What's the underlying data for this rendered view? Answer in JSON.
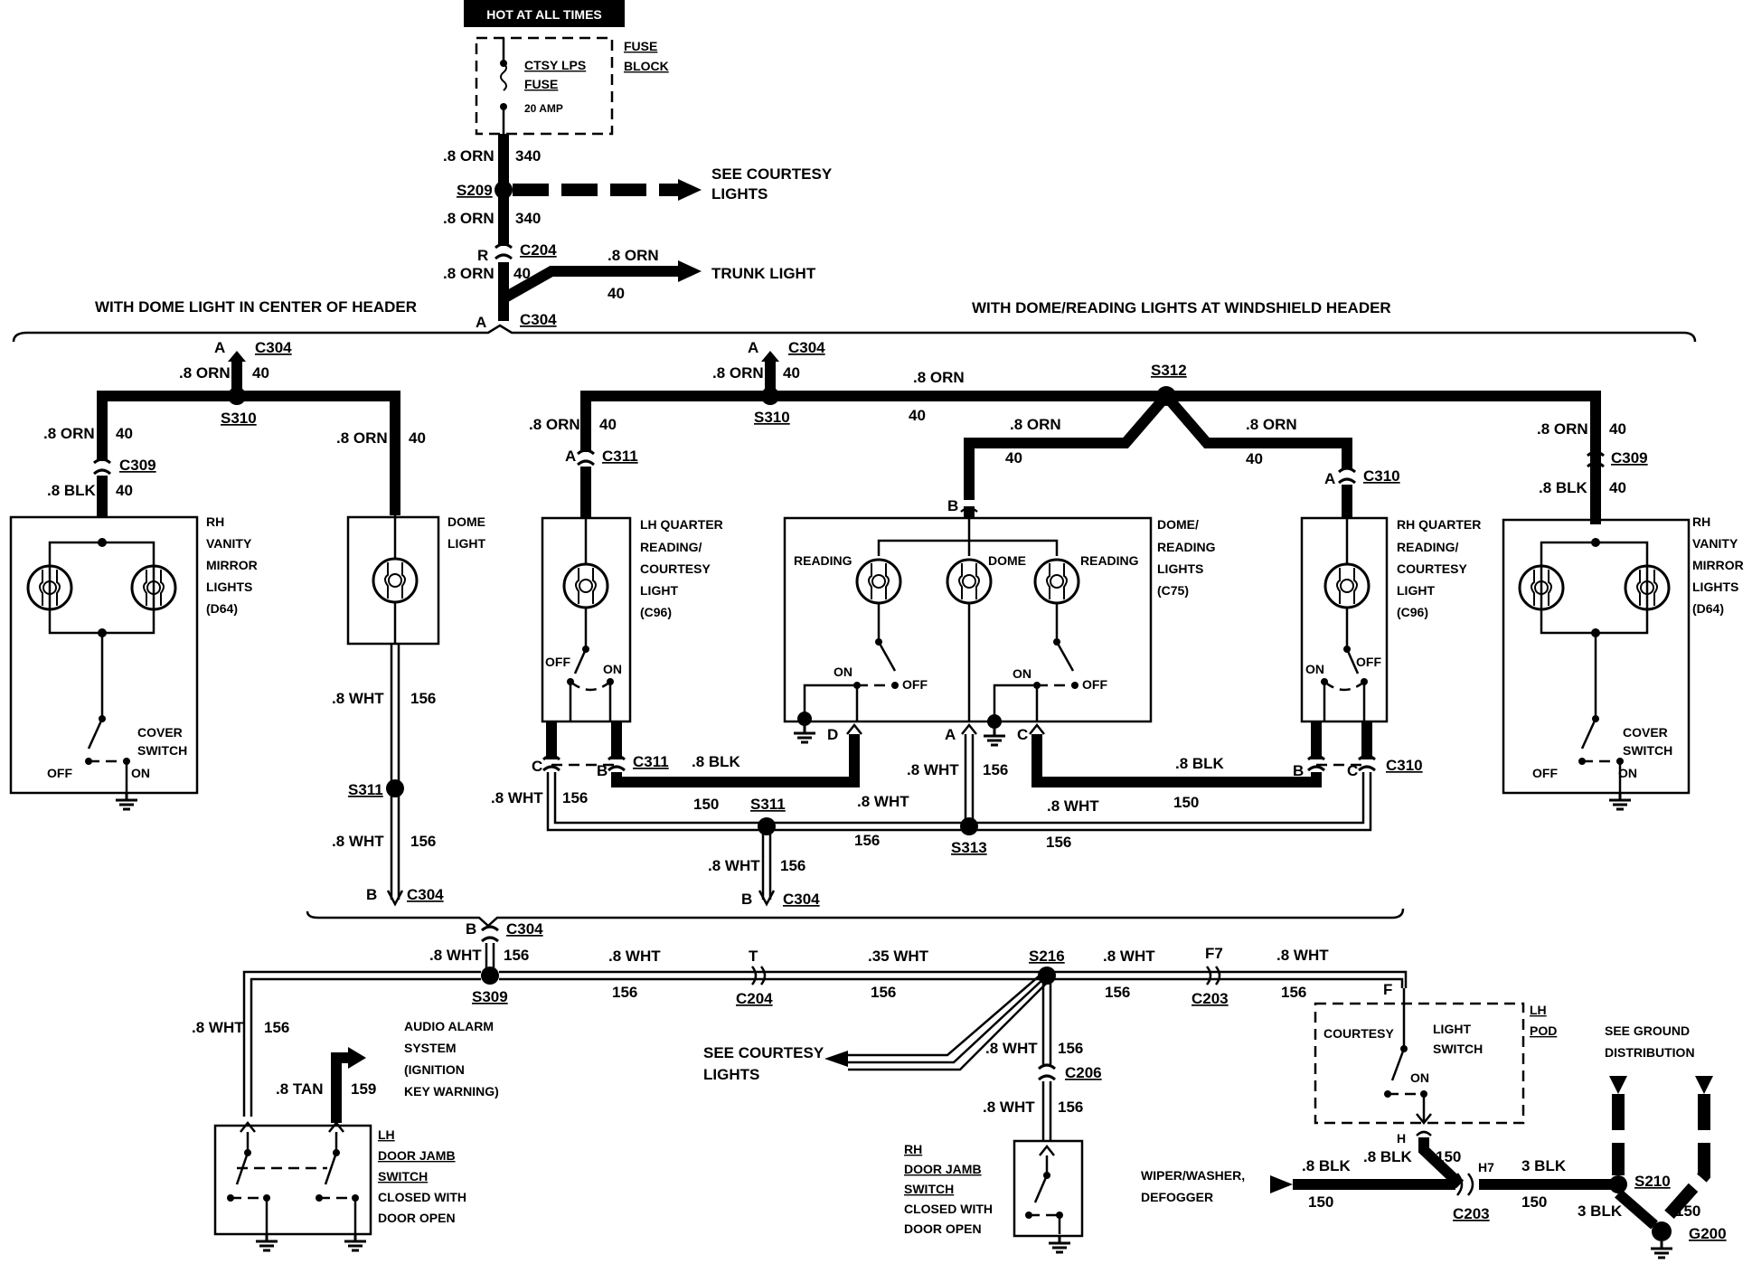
{
  "hot_label": "HOT AT ALL TIMES",
  "fuse": {
    "name1": "CTSY LPS",
    "name2": "FUSE",
    "amp": "20 AMP",
    "block1": "FUSE",
    "block2": "BLOCK"
  },
  "headers": {
    "left": "WITH DOME LIGHT IN CENTER OF HEADER",
    "right": "WITH DOME/READING LIGHTS AT WINDSHIELD HEADER"
  },
  "wires": {
    "orn": ".8 ORN",
    "blk": ".8 BLK",
    "wht": ".8 WHT",
    "wht35": ".35 WHT",
    "tan": ".8 TAN",
    "blk3": "3 BLK",
    "c340": "340",
    "c40": "40",
    "c156": "156",
    "c150": "150",
    "c159": "159"
  },
  "connectors": {
    "s209": "S209",
    "c204": "C204",
    "c304": "C304",
    "s310": "S310",
    "c309": "C309",
    "c311": "C311",
    "s312": "S312",
    "c310": "C310",
    "s311": "S311",
    "s313": "S313",
    "s309": "S309",
    "s216": "S216",
    "c203": "C203",
    "c206": "C206",
    "s210": "S210",
    "g200": "G200"
  },
  "pins": {
    "a": "A",
    "b": "B",
    "c": "C",
    "d": "D",
    "r": "R",
    "t": "T",
    "f": "F",
    "f7": "F7",
    "h": "H",
    "h7": "H7"
  },
  "arrows": {
    "see_courtesy_1": "SEE COURTESY",
    "see_courtesy_2": "LIGHTS",
    "trunk": "TRUNK LIGHT"
  },
  "components": {
    "rh_vanity": [
      "RH",
      "VANITY",
      "MIRROR",
      "LIGHTS",
      "(D64)"
    ],
    "dome_light": [
      "DOME",
      "LIGHT"
    ],
    "lh_quarter": [
      "LH QUARTER",
      "READING/",
      "COURTESY",
      "LIGHT",
      "(C96)"
    ],
    "dome_reading": [
      "DOME/",
      "READING",
      "LIGHTS",
      "(C75)"
    ],
    "rh_quarter": [
      "RH QUARTER",
      "READING/",
      "COURTESY",
      "LIGHT",
      "(C96)"
    ],
    "reading": "READING",
    "dome": "DOME",
    "cover_switch": [
      "COVER",
      "SWITCH"
    ],
    "on": "ON",
    "off": "OFF",
    "audio_alarm": [
      "AUDIO ALARM",
      "SYSTEM",
      "(IGNITION",
      "KEY WARNING)"
    ],
    "lh_door": [
      "LH",
      "DOOR JAMB",
      "SWITCH",
      "CLOSED WITH",
      "DOOR OPEN"
    ],
    "rh_door": [
      "RH",
      "DOOR JAMB",
      "SWITCH",
      "CLOSED WITH",
      "DOOR OPEN"
    ],
    "see_courtesy": [
      "SEE COURTESY",
      "LIGHTS"
    ],
    "courtesy": "COURTESY",
    "light_switch": [
      "LIGHT",
      "SWITCH"
    ],
    "lh_pod": [
      "LH",
      "POD"
    ],
    "wiper": [
      "WIPER/WASHER,",
      "DEFOGGER"
    ],
    "ground_dist": [
      "SEE GROUND",
      "DISTRIBUTION"
    ]
  }
}
